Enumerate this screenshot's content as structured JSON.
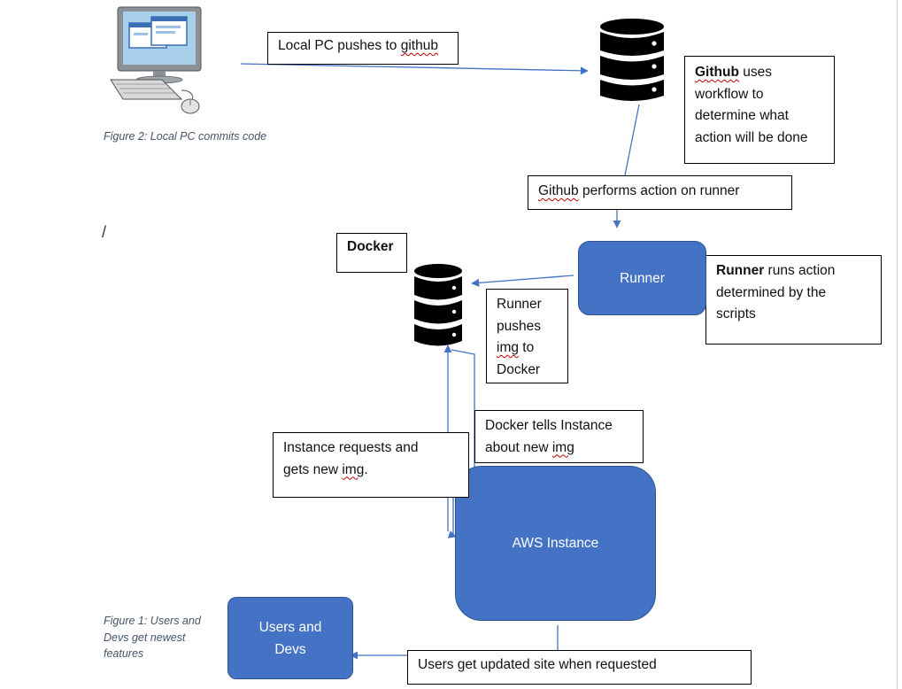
{
  "colors": {
    "node_fill": "#4472c4",
    "node_border": "#2f528f",
    "arrow": "#4472c4",
    "database": "#000000",
    "caption": "#44546a",
    "spellcheck": "#c00000"
  },
  "icons": {
    "computer": "desktop-computer-icon",
    "github_db": "database-icon",
    "docker_db": "database-icon"
  },
  "captions": {
    "figure2": "Figure 2: Local PC commits code",
    "figure1": [
      "Figure 1: Users and",
      "Devs get newest",
      "features"
    ]
  },
  "stray_text": "/",
  "labels": {
    "local_push": [
      "Local PC pushes to ",
      "github"
    ],
    "github_uses": {
      "bold": "Github",
      "rest": [
        " uses",
        "workflow to",
        "determine what",
        "action will be done"
      ]
    },
    "github_performs": [
      "Github",
      " performs action on runner"
    ],
    "docker": "Docker",
    "runner_note": {
      "bold": "Runner",
      "rest": [
        " runs action",
        "determined by the",
        "scripts"
      ]
    },
    "runner_pushes": [
      "Runner",
      "pushes",
      "img",
      " to",
      "Docker"
    ],
    "docker_tells": [
      "Docker tells Instance",
      "about new ",
      "img"
    ],
    "instance_requests": [
      "Instance requests and",
      "gets new ",
      "img",
      "."
    ],
    "users_updated": "Users get updated site when requested"
  },
  "nodes": {
    "runner": "Runner",
    "aws": "AWS Instance",
    "users": [
      "Users and",
      "Devs"
    ]
  }
}
